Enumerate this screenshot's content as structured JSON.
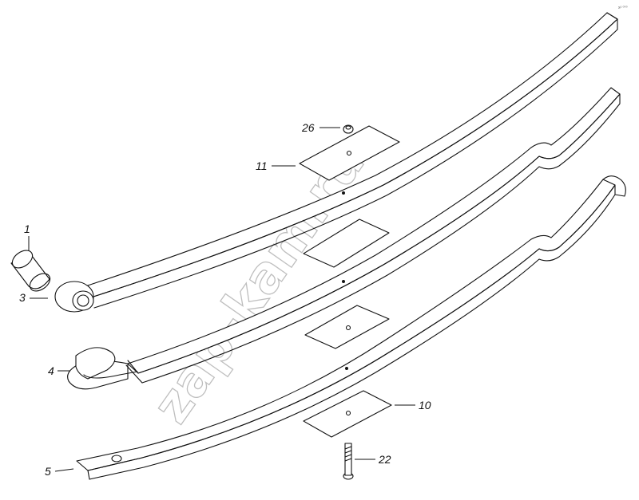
{
  "diagram": {
    "watermark": "zap-kam.ru",
    "corner_code": "х² ⁰⁰⁰",
    "callouts": [
      {
        "id": "1",
        "label": "1"
      },
      {
        "id": "3",
        "label": "3"
      },
      {
        "id": "4",
        "label": "4"
      },
      {
        "id": "5",
        "label": "5"
      },
      {
        "id": "10",
        "label": "10"
      },
      {
        "id": "11",
        "label": "11"
      },
      {
        "id": "22",
        "label": "22"
      },
      {
        "id": "26",
        "label": "26"
      }
    ]
  }
}
